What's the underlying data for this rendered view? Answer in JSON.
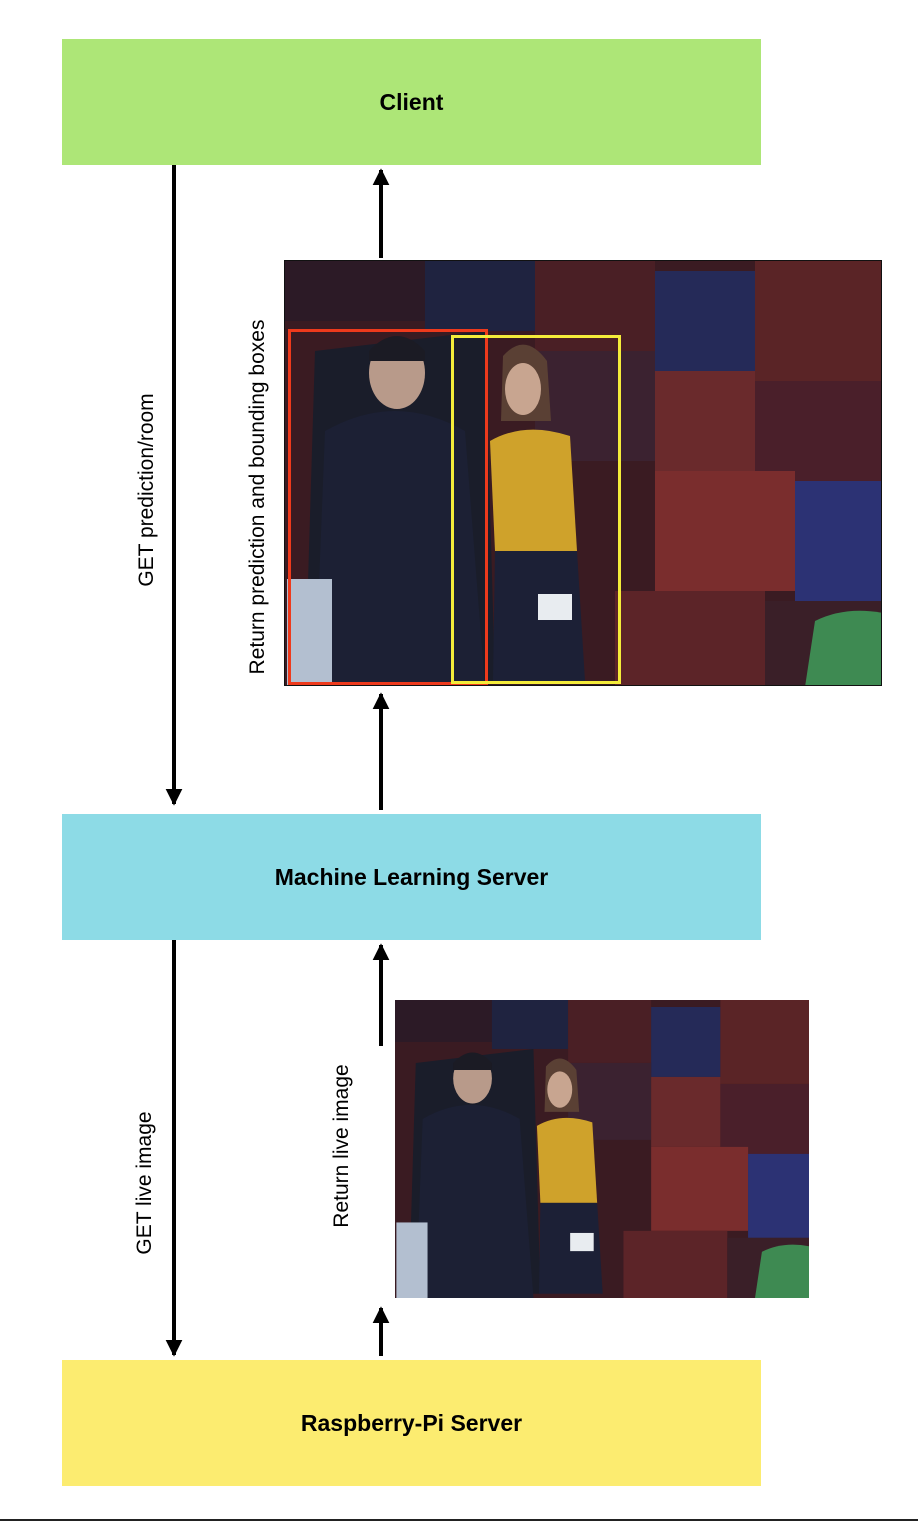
{
  "nodes": {
    "client": {
      "label": "Client",
      "color": "#ade677"
    },
    "ml_server": {
      "label": "Machine Learning Server",
      "color": "#8ddbe6"
    },
    "pi_server": {
      "label": "Raspberry-Pi Server",
      "color": "#fcec70"
    }
  },
  "edges": {
    "get_prediction": "GET prediction/room",
    "return_prediction": "Return prediction and bounding boxes",
    "get_live_image": "GET live image",
    "return_live_image": "Return live image"
  },
  "bounding_boxes": {
    "box_1_color": "#ee3a1c",
    "box_2_color": "#f4ec3a"
  }
}
